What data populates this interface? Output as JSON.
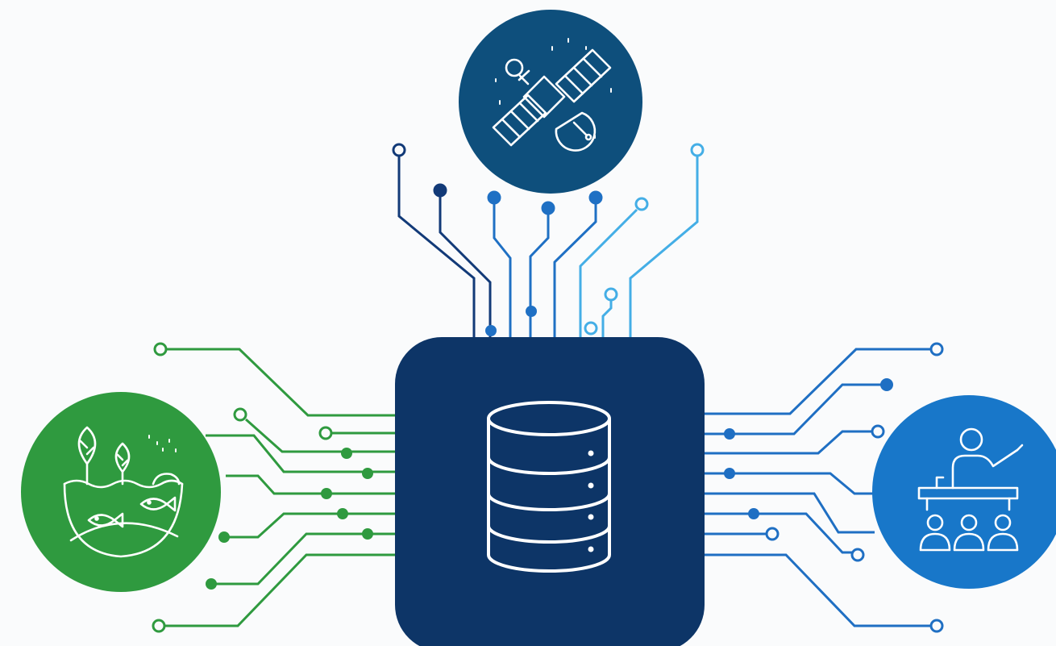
{
  "diagram": {
    "hub": {
      "icon": "database-icon",
      "color": "#0d3567"
    },
    "nodes": [
      {
        "id": "satellite",
        "icon": "satellite-icon",
        "color": "#0e4f7c",
        "position": "top"
      },
      {
        "id": "ecology",
        "icon": "ecosystem-icon",
        "color": "#2f9a3f",
        "position": "left"
      },
      {
        "id": "education",
        "icon": "presenter-audience-icon",
        "color": "#1877c9",
        "position": "right"
      }
    ],
    "connector_colors": {
      "top_dark": "#123a78",
      "top_mid": "#1f70c4",
      "top_light": "#44aee6",
      "left": "#2f9a3f",
      "right": "#1f6fc3"
    }
  }
}
